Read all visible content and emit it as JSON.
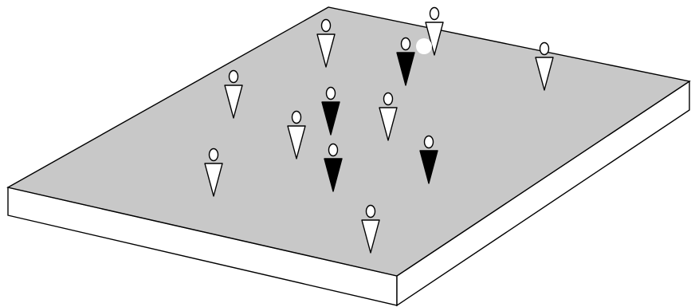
{
  "colors": {
    "background": "#ffffff",
    "field_surface": "#c8c8c8",
    "field_edge": "#ffffff",
    "outline": "#000000",
    "player_team_a": "#ffffff",
    "player_team_b": "#000000",
    "ball": "#ffffff"
  },
  "players": [
    {
      "team": "a"
    },
    {
      "team": "a"
    },
    {
      "team": "b"
    },
    {
      "team": "a"
    },
    {
      "team": "a"
    },
    {
      "team": "b"
    },
    {
      "team": "a"
    },
    {
      "team": "a"
    },
    {
      "team": "b"
    },
    {
      "team": "b"
    },
    {
      "team": "a"
    },
    {
      "team": "a"
    }
  ],
  "ball": {
    "visible": true
  }
}
